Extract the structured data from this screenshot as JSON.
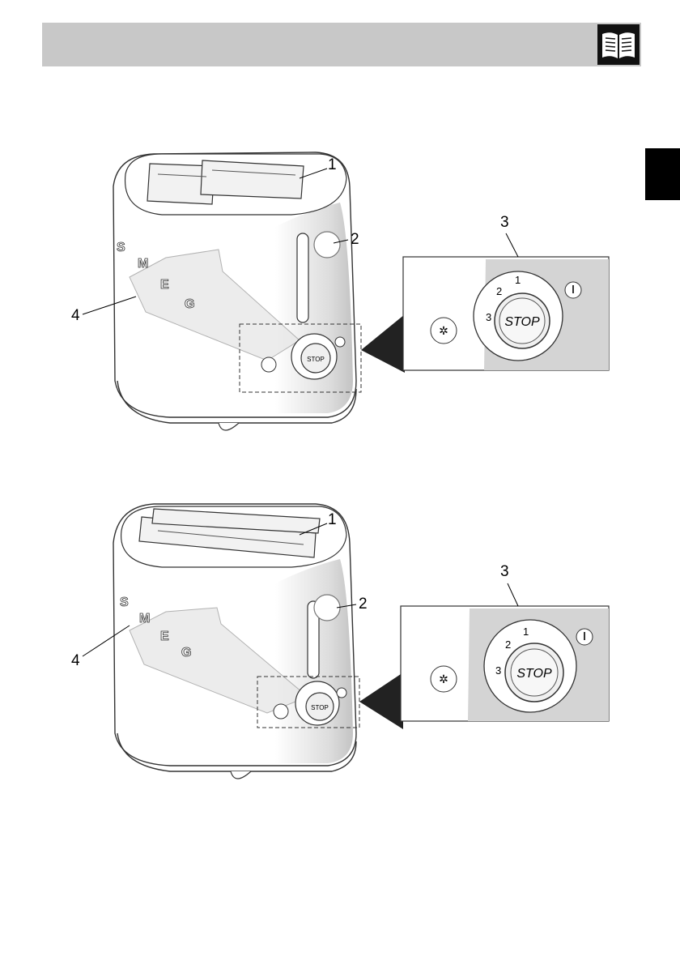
{
  "header": {
    "icon": "book-icon",
    "colors": {
      "bar": "#c8c8c8",
      "icon_bg": "#111111",
      "tab": "#000000"
    }
  },
  "figures": [
    {
      "callouts": [
        "1",
        "2",
        "3",
        "4"
      ],
      "dial": {
        "button_text": "STOP",
        "scale": [
          "1",
          "2",
          "3"
        ]
      },
      "logo_letters": [
        "S",
        "M",
        "E",
        "G"
      ]
    },
    {
      "callouts": [
        "1",
        "2",
        "3",
        "4"
      ],
      "dial": {
        "button_text": "STOP",
        "scale": [
          "1",
          "2",
          "3"
        ]
      },
      "logo_letters": [
        "S",
        "M",
        "E",
        "G"
      ]
    }
  ]
}
